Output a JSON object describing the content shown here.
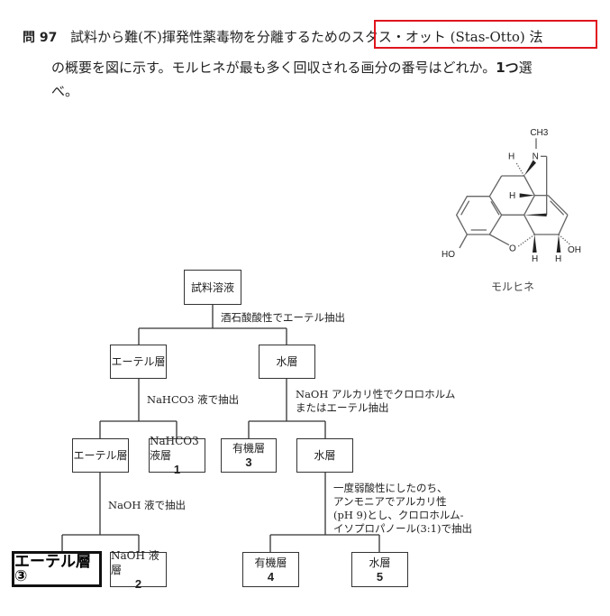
{
  "question": {
    "number": "問 97",
    "line1_before": "試料から難(不)揮発性薬毒物を分離するための",
    "line1_highlight": "スタス・オット (Stas-Otto) 法",
    "line2": "の概要を図に示す。モルヒネが最も多く回収される画分の番号はどれか。",
    "line2_bold": "1つ",
    "line2_end": "選",
    "line3": "べ。",
    "highlight_color": "#e0141e"
  },
  "structure": {
    "name": "モルヒネ",
    "labels": {
      "methyl": "CH3",
      "nitrogen": "N",
      "h": "H",
      "ho": "HO",
      "o": "O",
      "oh": "OH"
    }
  },
  "flowchart": {
    "root": "試料溶液",
    "step1": "酒石酸酸性でエーテル抽出",
    "ether_layer": "エーテル層",
    "water_layer": "水層",
    "step2_left": "NaHCO3 液で抽出",
    "step2_right": [
      "NaOH アルカリ性でクロロホルム",
      "またはエーテル抽出"
    ],
    "ether_layer_2": "エーテル層",
    "nahco3_layer": {
      "label": "NaHCO3 液層",
      "number": "1"
    },
    "organic_layer_3": {
      "label": "有機層",
      "number": "3"
    },
    "water_layer_2": "水層",
    "step3_left": "NaOH 液で抽出",
    "step3_right": [
      "一度弱酸性にしたのち、",
      "アンモニアでアルカリ性",
      "(pH 9)とし、クロロホルム-",
      "イソプロパノール(3:1)で抽出"
    ],
    "ether_layer_3_annotation": "エーテル層③",
    "naoh_layer": {
      "label": "NaOH 液層",
      "number": "2"
    },
    "organic_layer_4": {
      "label": "有機層",
      "number": "4"
    },
    "water_layer_5": {
      "label": "水層",
      "number": "5"
    }
  }
}
